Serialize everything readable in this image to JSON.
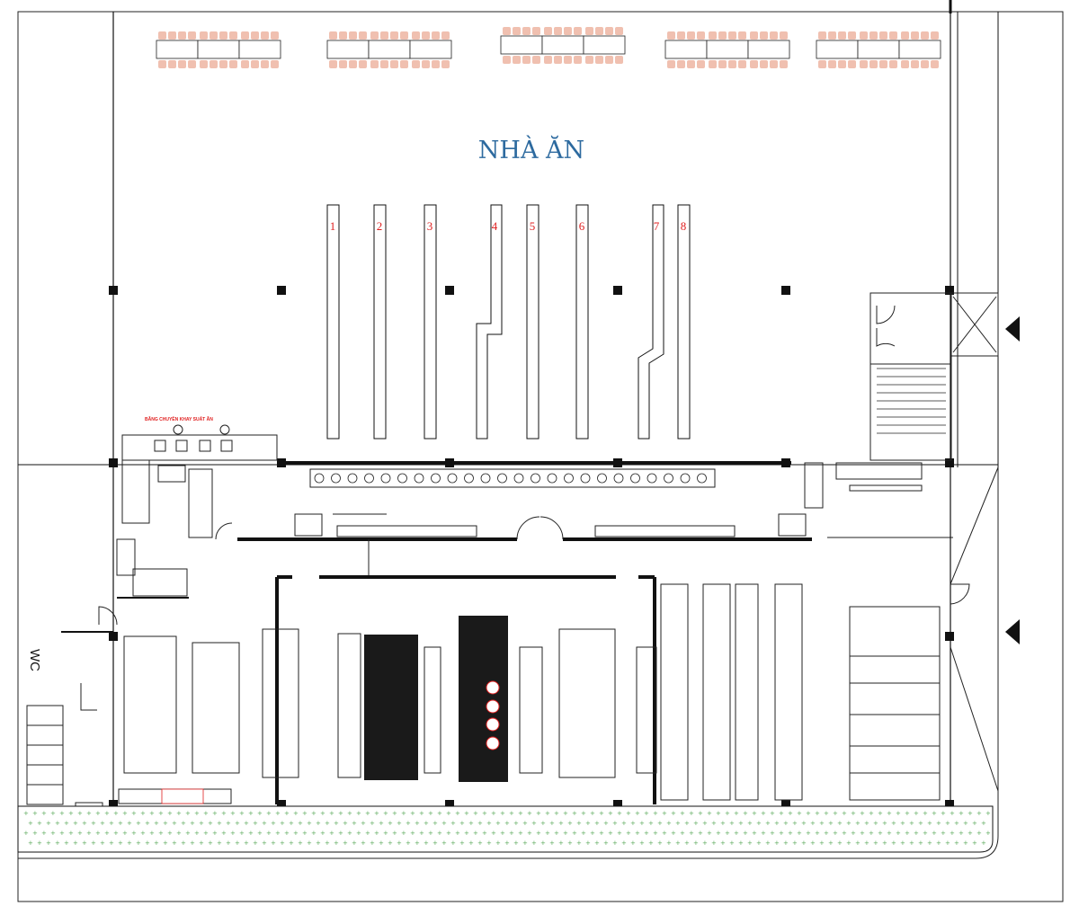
{
  "title": "NHÀ ĂN",
  "conveyor_label": "BĂNG CHUYỀN KHAY SUẤT ĂN",
  "wc_label": "WC",
  "serving_lanes": [
    "1",
    "2",
    "3",
    "4",
    "5",
    "6",
    "7",
    "8"
  ],
  "colors": {
    "wall": "#111111",
    "chair": "#f0c0b0",
    "hall_title": "#2d6a9f",
    "lane_number": "#e02020",
    "planting_dot": "#5aa95a"
  }
}
